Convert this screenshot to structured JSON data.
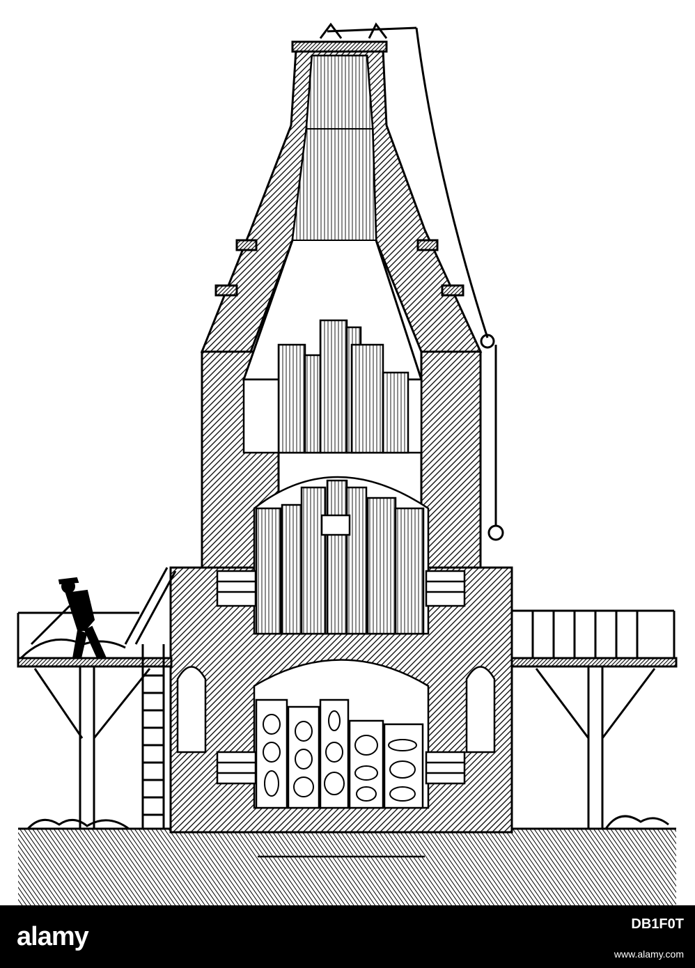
{
  "footer": {
    "logo": "alamy",
    "image_id": "DB1F0T",
    "url": "www.alamy.com"
  },
  "colors": {
    "ink": "#000000",
    "paper": "#ffffff",
    "hatch_fill": "#bdbdbd",
    "footer_bg": "#000000"
  }
}
